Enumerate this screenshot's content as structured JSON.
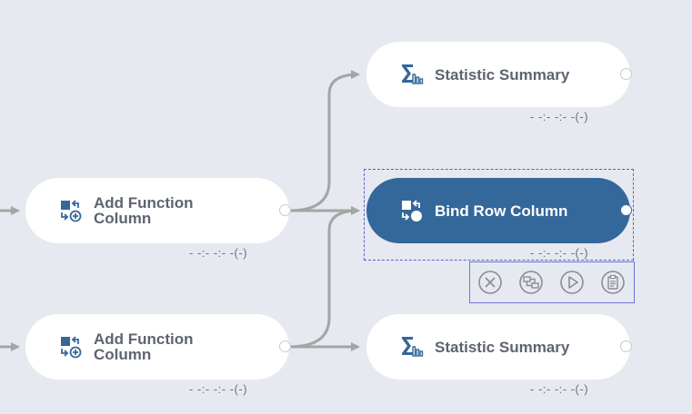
{
  "nodes": [
    {
      "label": "Statistic Summary",
      "icon": "statistic-summary-icon",
      "status": "- -:- -:- -(-)",
      "selected": false
    },
    {
      "label": "Add Function\nColumn",
      "icon": "add-function-column-icon",
      "status": "- -:- -:- -(-)",
      "selected": false
    },
    {
      "label": "Bind Row Column",
      "icon": "bind-row-column-icon",
      "status": "- -:- -:- -(-)",
      "selected": true
    },
    {
      "label": "Add Function\nColumn",
      "icon": "add-function-column-icon",
      "status": "- -:- -:- -(-)",
      "selected": false
    },
    {
      "label": "Statistic Summary",
      "icon": "statistic-summary-icon",
      "status": "- -:- -:- -(-)",
      "selected": false
    }
  ],
  "toolbar": {
    "buttons": [
      {
        "icon": "close-icon"
      },
      {
        "icon": "flow-icon"
      },
      {
        "icon": "play-icon"
      },
      {
        "icon": "clipboard-icon"
      }
    ]
  },
  "colors": {
    "canvas": "#e6e9f0",
    "node": "#ffffff",
    "node_selected": "#34679a",
    "edge": "#a3a6a3",
    "selection": "#5b5fd0"
  }
}
